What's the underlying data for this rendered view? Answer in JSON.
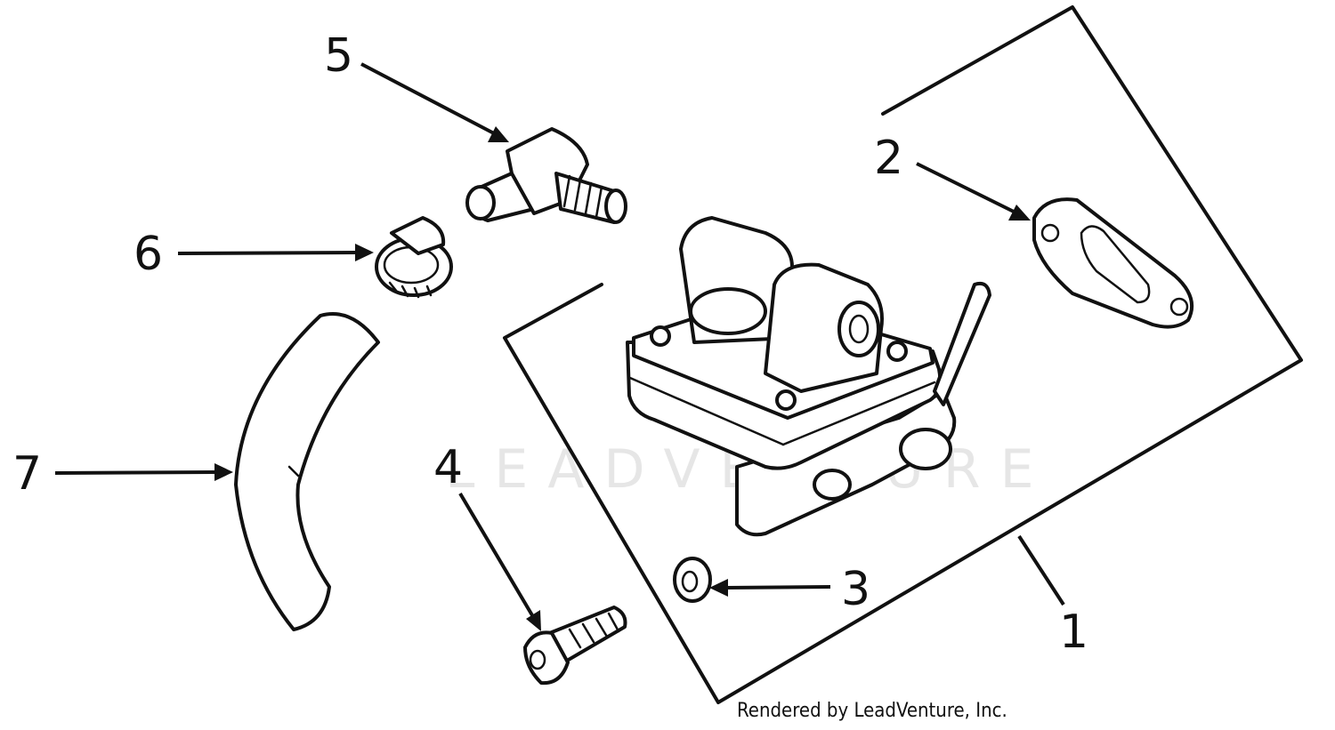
{
  "diagram": {
    "callouts": [
      {
        "id": "1",
        "label": "1"
      },
      {
        "id": "2",
        "label": "2"
      },
      {
        "id": "3",
        "label": "3"
      },
      {
        "id": "4",
        "label": "4"
      },
      {
        "id": "5",
        "label": "5"
      },
      {
        "id": "6",
        "label": "6"
      },
      {
        "id": "7",
        "label": "7"
      }
    ],
    "watermark": "LEADVENTURE",
    "credit": "Rendered by LeadVenture, Inc."
  }
}
